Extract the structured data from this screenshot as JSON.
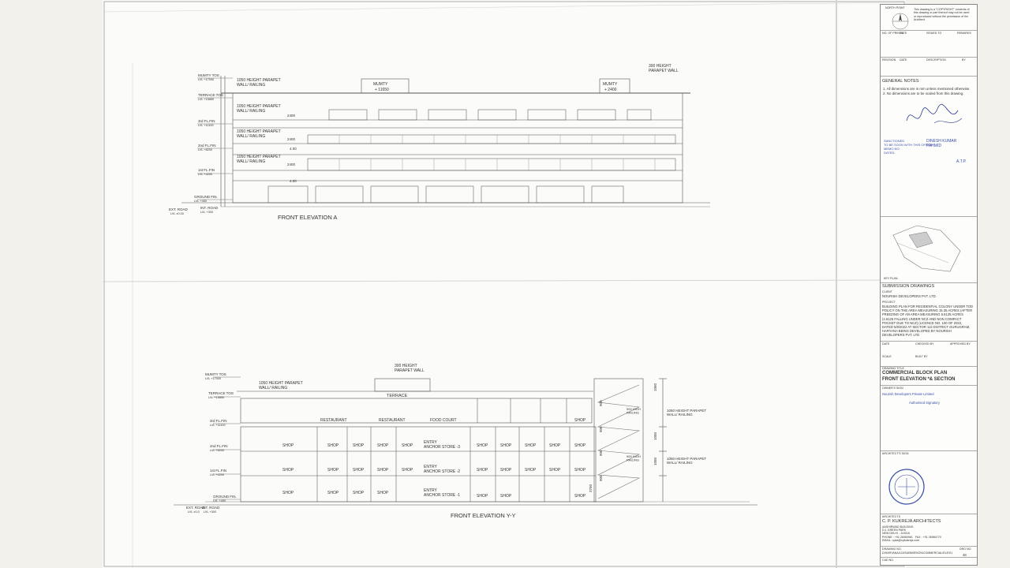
{
  "elevation_a": {
    "title": "FRONT ELEVATION  A",
    "mumty_center": "MUMTY",
    "mumty_center_lvl": "+ 11650",
    "mumty_right": "MUMTY",
    "mumty_right_lvl": "+ 2400",
    "parapet_top": "300 HEIGHT\nPARAPET WALL",
    "railing": "1050 HEIGHT PARAPET\nWALL/ RAILING",
    "dim_2400": "2400",
    "dim_4_00": "4.00",
    "levels": [
      {
        "name": "MUMTY TOS",
        "lvl": "LVL +17000"
      },
      {
        "name": "TERRACE TOS",
        "lvl": "LVL +15850"
      },
      {
        "name": "3rd FL.FIN",
        "lvl": "LVL +11100"
      },
      {
        "name": "2nd FL.FIN",
        "lvl": "LVL +8200"
      },
      {
        "name": "1st FL.FIN",
        "lvl": "LVL +4200"
      },
      {
        "name": "GROUND FIN.",
        "lvl": "LVL +450"
      },
      {
        "name": "INT. ROAD",
        "lvl": "LVL +300"
      },
      {
        "name": "EXT. ROAD",
        "lvl": "LVL ±0.00"
      }
    ]
  },
  "elevation_yy": {
    "title": "FRONT ELEVATION  Y-Y",
    "parapet_top": "300 HEIGHT\nPARAPET WALL",
    "railing_left": "1050 HEIGHT PARAPET\nWALL/ RAILING",
    "railing_right": "1050 HEIGHT PARAPET\nWALL/ RAILING",
    "terrace": "TERRACE",
    "top_floor": [
      "RESTAURANT",
      "RESTAURANT",
      "FOOD COURT",
      "SHOP"
    ],
    "floor3": [
      "SHOP",
      "SHOP",
      "SHOP",
      "SHOP",
      "SHOP",
      "ENTRY\nANCHOR STORE -3",
      "SHOP",
      "SHOP",
      "SHOP",
      "SHOP",
      "SHOP"
    ],
    "floor2": [
      "SHOP",
      "SHOP",
      "SHOP",
      "SHOP",
      "SHOP",
      "ENTRY\nANCHOR STORE -2",
      "SHOP",
      "SHOP",
      "SHOP",
      "SHOP",
      "SHOP"
    ],
    "floor1": [
      "SHOP",
      "SHOP",
      "SHOP",
      "SHOP",
      "ENTRY\nANCHOR STORE -1",
      "SHOP",
      "SHOP",
      "SHOP"
    ],
    "dims": [
      "900",
      "900",
      "900",
      "900",
      "1050",
      "1050",
      "1050",
      "3750"
    ],
    "stair_railing": "900 HIGH\nRAILING",
    "levels": [
      {
        "name": "MUMTY TOS",
        "lvl": "LVL +17000"
      },
      {
        "name": "TERRACE TOS",
        "lvl": "LVL +15850"
      },
      {
        "name": "3rd FL.FIN",
        "lvl": "LVL +11100"
      },
      {
        "name": "2nd FL.FIN",
        "lvl": "LVL +8200"
      },
      {
        "name": "1st FL.FIN",
        "lvl": "LVL +4200"
      },
      {
        "name": "GROUND FIN.",
        "lvl": "LVL +450"
      },
      {
        "name": "EXT. ROAD",
        "lvl": "LVL ±0.0"
      },
      {
        "name": "INT. ROAD",
        "lvl": "LVL +300"
      }
    ]
  },
  "title_block": {
    "north_point": "NORTH POINT",
    "copyright": "This drawing is a \"COPYRIGHT\" contents of this drawing or part thereof may not be used or reproduced without the permission of the Architect.",
    "rev_headers": [
      "NO. OF PRINTS",
      "DATE",
      "ISSUED TO",
      "REMARKS"
    ],
    "rev_headers2": [
      "REVISION",
      "DATE",
      "DESCRIPTION",
      "BY"
    ],
    "general_notes": "GENERAL NOTES",
    "notes": [
      "1. All dimensions are in mm unless mentioned otherwise.",
      "2. No dimensions are to be scaled from this drawing."
    ],
    "sanction_stamp": "SANCTIONED\nTO BE SOON WITH THIS OFFICE\nMEMO NO.\nDATED:",
    "signatory": "DINESH KUMAR\nPAHMID",
    "atp": "A.T.P.",
    "key_plan": "KEY PLAN",
    "submission": "SUBMISSION DRAWINGS",
    "client_label": "CLIENT",
    "client": "NOURISH DEVELOPERS PVT. LTD.",
    "project_label": "PROJECT",
    "project": "BUILDING PLAN FOR RESIDENTIAL COLONY UNDER TOD POLICY ON THE AREA MEASURING 15.35 ACRES (AFTER FREEZING OF AN AREA MEASURING 5.6125 ACRES (4.6125 FALLING UNDER NCZ AND NON COMPACT POCKET DUE TO NCZ) (LICENCE NO. 100 OF 2022, DATED 5/8/2022 AT SECTOR 113 DISTRICT GURUGRAM, HARYANA BEING DEVELOPED BY NOURISH DEVELOPERS PVT. LTD",
    "date_label": "DATE",
    "checked_label": "CHECKED BY",
    "approved_label": "APPROVED BY",
    "scale_label": "SCALE",
    "built_label": "BUILT BY",
    "drawing_title_label": "DRAWING TITLE",
    "drawing_title1": "COMMERCIAL BLOCK PLAN",
    "drawing_title2": "FRONT ELEVATION *& SECTION",
    "owner_label": "OWNER'S SIGN",
    "owner": "Nourish Developers Private Limited",
    "owner_sign": "Authorised Signatory",
    "architect_sign": "ARCHITECT'S SIGN",
    "architects_label": "ARCHITECTS",
    "architect": "C. P. KUKREJA ARCHITECTS",
    "address": "AASHIRWAD BUILDING\nD-1 GREEN PARK\nNEW DELHI - 110016\nPHONE : +91 26960961   FAX : +91 26960770\nEMAIL: cpka@cpkukreja.com",
    "drawing_no_label": "DRAWING NO.",
    "drawing_no": "D/HARYANA/113/SUBMISSION/COMMERCIAL/ELE/01",
    "drg_no_label": "DRG NO.",
    "drg_no": "48",
    "cad_label": "CAD NO."
  }
}
